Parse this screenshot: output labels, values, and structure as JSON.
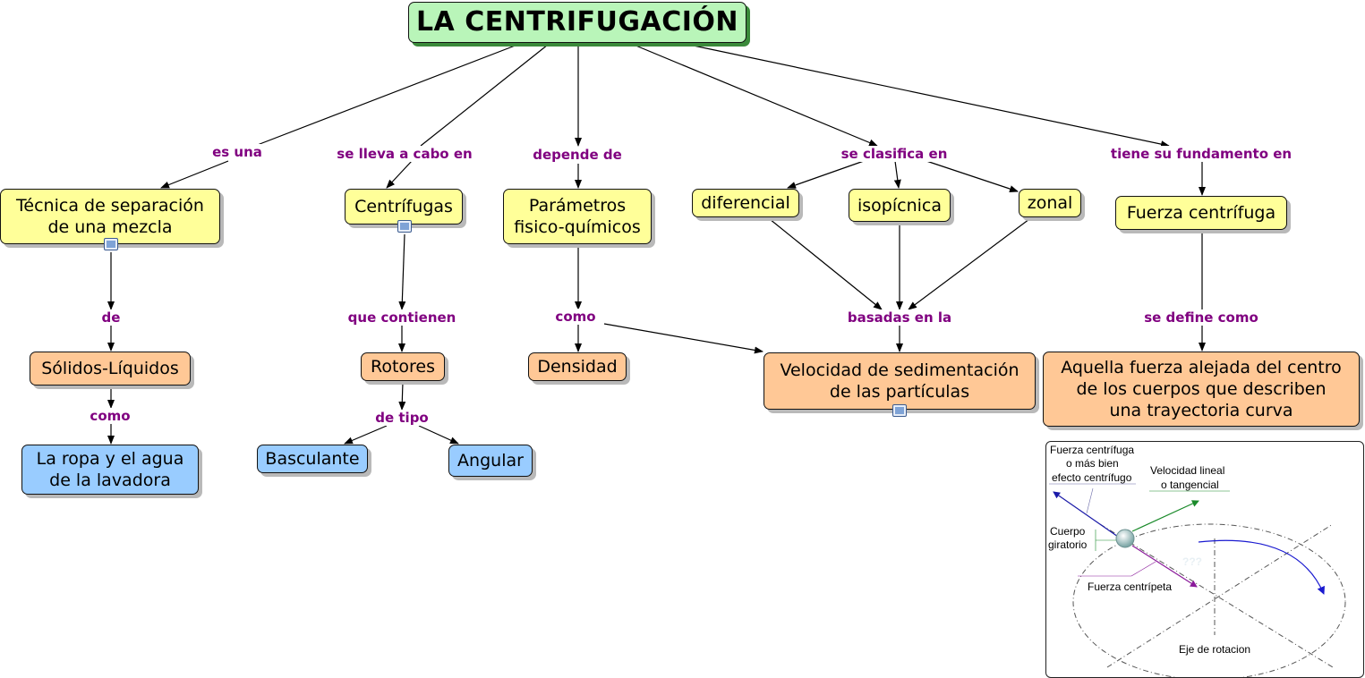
{
  "title": "LA CENTRIFUGACIÓN",
  "nodes": {
    "tecnica": [
      "Técnica de separación",
      "de una mezcla"
    ],
    "solidos": "Sólidos-Líquidos",
    "ropa": [
      "La ropa y el agua",
      "de la lavadora"
    ],
    "centrifugas": "Centrífugas",
    "rotores": "Rotores",
    "basculante": "Basculante",
    "angular": "Angular",
    "parametros": [
      "Parámetros",
      "fisico-químicos"
    ],
    "densidad": "Densidad",
    "diferencial": "diferencial",
    "isopicnica": "isopícnica",
    "zonal": "zonal",
    "velocidad": [
      "Velocidad de sedimentación",
      "de las partículas"
    ],
    "fuerza": "Fuerza centrífuga",
    "aquella": [
      "Aquella fuerza alejada del centro",
      "de los cuerpos que describen",
      "una trayectoria curva"
    ]
  },
  "links": {
    "es_una": "es una",
    "se_lleva": "se lleva a cabo en",
    "depende": "depende de",
    "clasifica": "se clasifica en",
    "fundamento": "tiene su fundamento en",
    "de": "de",
    "como1": "como",
    "que_contienen": "que contienen",
    "de_tipo": "de tipo",
    "como2": "como",
    "basadas": "basadas en la",
    "se_define": "se define como"
  },
  "figure": {
    "label_centrifuga": [
      "Fuerza centrífuga",
      "o más bien",
      "efecto centrífugo"
    ],
    "label_velocidad": [
      "Velocidad lineal",
      "o tangencial"
    ],
    "label_cuerpo": [
      "Cuerpo",
      "giratorio"
    ],
    "label_centripeta": "Fuerza centrípeta",
    "label_eje": "Eje de rotacion",
    "label_q": "???",
    "colors": {
      "centrifuga": "#1a1aa8",
      "tangencial": "#1a8a2a",
      "centripeta": "#8a1a9a",
      "rotation": "#1a1ad0"
    }
  }
}
